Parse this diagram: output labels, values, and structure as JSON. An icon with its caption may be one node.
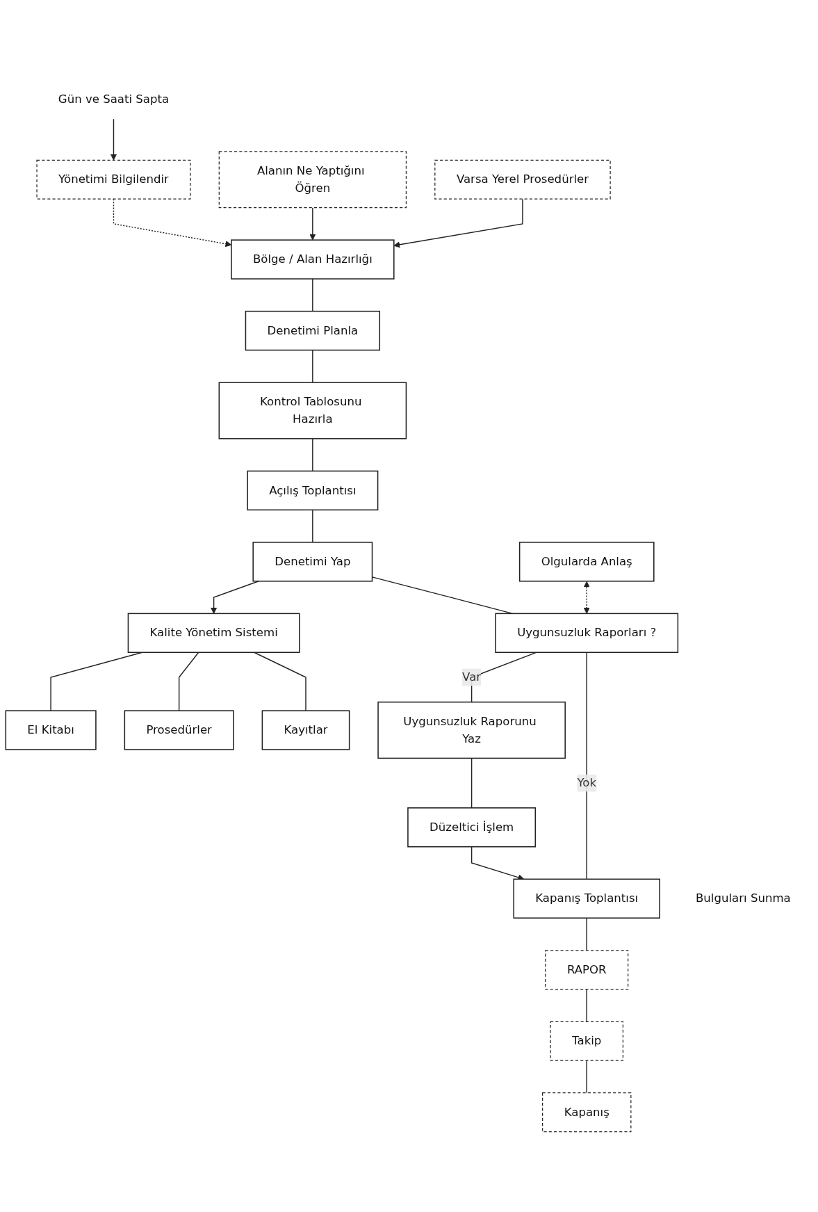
{
  "diagram": {
    "nodes": [
      {
        "text": [
          "Bölge / Alan Hazırlığı"
        ]
      },
      {
        "text": [
          "Yönetimi Bilgilendir"
        ]
      },
      {
        "text": [
          "Gün ve Saati Sapta"
        ]
      },
      {
        "text": [
          "Alanın Ne Yaptığını Öğren"
        ]
      },
      {
        "text": [
          "Varsa Yerel Prosedürler"
        ]
      },
      {
        "text": [
          "Denetimi Planla"
        ]
      },
      {
        "text": [
          "Kontrol Tablosunu Hazırla"
        ]
      },
      {
        "text": [
          "Açılış Toplantısı"
        ]
      },
      {
        "text": [
          "Kalite Yönetim Sistemi"
        ]
      },
      {
        "text": [
          "Denetimi Yap"
        ]
      },
      {
        "text": [
          "El Kitabı"
        ]
      },
      {
        "text": [
          "Prosedürler"
        ]
      },
      {
        "text": [
          "Kayıtlar"
        ]
      },
      {
        "text": [
          "Olgularda Anlaş"
        ]
      },
      {
        "text": [
          "Uygunsuzluk Raporları ?"
        ]
      },
      {
        "text": [
          "Uygunsuzluk Raporunu Yaz"
        ]
      },
      {
        "text": [
          "Düzeltici İşlem"
        ]
      },
      {
        "text": [
          "Kapanış Toplantısı"
        ],
        "beside": [
          "Bulguları Sunma"
        ]
      },
      {
        "text": [
          "RAPOR"
        ]
      },
      {
        "text": [
          "Takip"
        ]
      },
      {
        "text": [
          "Kapanış"
        ]
      }
    ],
    "edges": [
      {
        "from": 2,
        "to": 1,
        "arrow": "to"
      },
      {
        "from": 1,
        "to": 0,
        "arrow": "to",
        "style": "dashed"
      },
      {
        "from": 3,
        "to": 0,
        "arrow": "to"
      },
      {
        "from": 4,
        "to": 0,
        "arrow": "to"
      },
      {
        "from": 0,
        "to": 5,
        "arrow": "none"
      },
      {
        "from": 5,
        "to": 6,
        "arrow": "none"
      },
      {
        "from": 6,
        "to": 7,
        "arrow": "none"
      },
      {
        "from": 7,
        "to": 9,
        "arrow": "none"
      },
      {
        "from": 9,
        "to": 8,
        "arrow": "to"
      },
      {
        "from": 8,
        "to": 10,
        "arrow": "none"
      },
      {
        "from": 8,
        "to": 11,
        "arrow": "none"
      },
      {
        "from": 8,
        "to": 12,
        "arrow": "none"
      },
      {
        "from": 13,
        "to": 14,
        "arrow": "both",
        "style": "dashed"
      },
      {
        "from": 9,
        "to": 14,
        "arrow": "none"
      },
      {
        "from": 14,
        "to": 15,
        "arrow": "none",
        "label": "Var"
      },
      {
        "from": 15,
        "to": 16,
        "arrow": "none"
      },
      {
        "from": 16,
        "to": 17,
        "arrow": "to"
      },
      {
        "from": 14,
        "to": 17,
        "arrow": "none",
        "label": "Yok"
      },
      {
        "from": 17,
        "to": 18,
        "arrow": "none"
      },
      {
        "from": 18,
        "to": 19,
        "arrow": "none"
      },
      {
        "from": 19,
        "to": 20,
        "arrow": "none"
      }
    ]
  }
}
